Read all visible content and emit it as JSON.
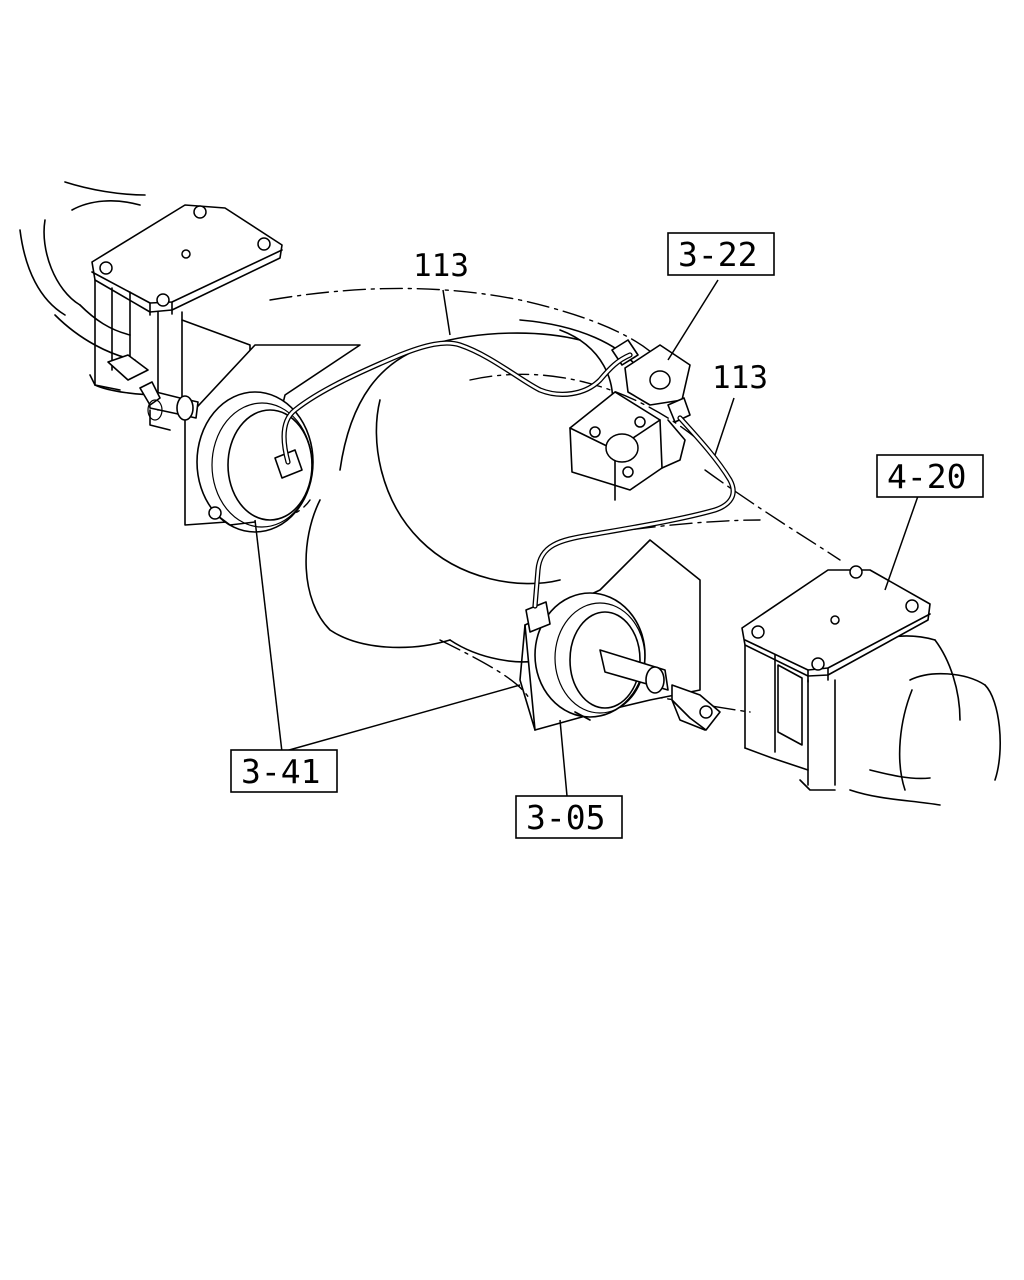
{
  "callouts": {
    "c_3_22": "3-22",
    "c_4_20": "4-20",
    "c_3_41": "3-41",
    "c_3_05": "3-05"
  },
  "labels": {
    "l_113_a": "113",
    "l_113_b": "113"
  }
}
